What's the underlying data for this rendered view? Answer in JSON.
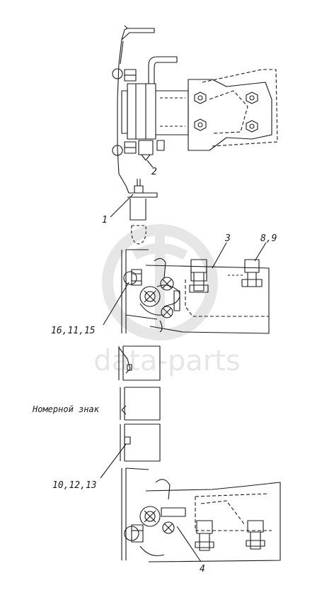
{
  "colors": {
    "ink": "#1a1a1a",
    "paper": "#ffffff",
    "watermark": "#cfcfcf"
  },
  "watermark": {
    "text": "data-parts"
  },
  "callouts": {
    "c1": "1",
    "c2": "2",
    "c3": "3",
    "c4": "4",
    "c89": "8,9",
    "c161115": "16,11,15",
    "c101213": "10,12,13",
    "plate": "Номерной знак"
  }
}
